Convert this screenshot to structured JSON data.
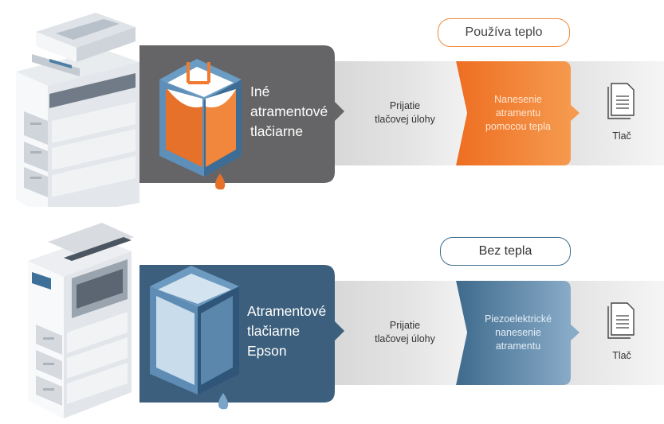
{
  "rows": [
    {
      "badge": "Používa teplo",
      "printer_title": [
        "Iné",
        "atramentové",
        "tlačiarne"
      ],
      "step1": [
        "Prijatie",
        "tlačovej úlohy"
      ],
      "step2": [
        "Nanesenie",
        "atramentu",
        "pomocou tepla"
      ],
      "step3": "Tlač"
    },
    {
      "badge": "Bez tepla",
      "printer_title": [
        "Atramentové",
        "tlačiarne",
        "Epson"
      ],
      "step1": [
        "Prijatie",
        "tlačovej úlohy"
      ],
      "step2": [
        "Piezoelektrické",
        "nanesenie",
        "atramentu"
      ],
      "step3": "Tlač"
    }
  ],
  "colors": {
    "hot_dark": "#656567",
    "hot_accent": "#f07a2e",
    "cold_dark": "#3b5f7c",
    "cold_accent": "#6d93b3",
    "step_grey": "#dcdcdc"
  },
  "icons": [
    "printer-icon",
    "ink-cartridge-icon",
    "ink-drop-icon",
    "document-icon"
  ]
}
